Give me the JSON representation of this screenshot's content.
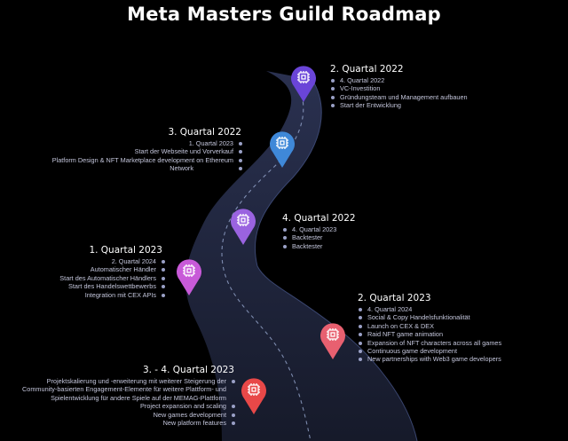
{
  "title": "Meta Masters Guild Roadmap",
  "colors": {
    "background": "#000000",
    "road": "#1c2236",
    "pin_purple": "#6a45d8",
    "pin_blue": "#3f88d8",
    "pin_violet": "#9a63e0",
    "pin_magenta": "#c85ad8",
    "pin_salmon": "#e86070",
    "pin_red": "#e84848"
  },
  "icons": {
    "pin": "chip-icon"
  },
  "milestones": [
    {
      "heading": "2. Quartal 2022",
      "items": [
        "4. Quartal 2022",
        "VC-Investition",
        "Gründungsteam und Management aufbauen",
        "Start der Entwicklung"
      ]
    },
    {
      "heading": "3. Quartal 2022",
      "items": [
        "1. Quartal 2023",
        "Start der Webseite und Vorverkauf",
        "Platform Design & NFT Marketplace development on Ethereum",
        "Network"
      ]
    },
    {
      "heading": "4. Quartal 2022",
      "items": [
        "4. Quartal 2023",
        "Backtester",
        "Backtester"
      ]
    },
    {
      "heading": "1. Quartal 2023",
      "items": [
        "2. Quartal 2024",
        "Automatischer Händler",
        "Start des Automatischer Händlers",
        "Start des Handelswettbewerbs",
        "Integration mit CEX APIs"
      ]
    },
    {
      "heading": "2. Quartal 2023",
      "items": [
        "4. Quartal 2024",
        "Social & Copy Handelsfunktionalität",
        "Launch on CEX & DEX",
        "Raid NFT game animation",
        "Expansion of NFT characters across all games",
        "Continuous game development",
        "New partnerships with Web3 game developers"
      ]
    },
    {
      "heading": "3. - 4. Quartal 2023",
      "items": [
        "Projektskalierung und -erweiterung mit weiterer Steigerung der Community-basierten Engagement-Elemente für weitere Plattform- und Spielentwicklung für andere Spiele auf der MEMAG-Plattform",
        "Project expansion and scaling",
        "New games development",
        "New platform features"
      ]
    }
  ]
}
